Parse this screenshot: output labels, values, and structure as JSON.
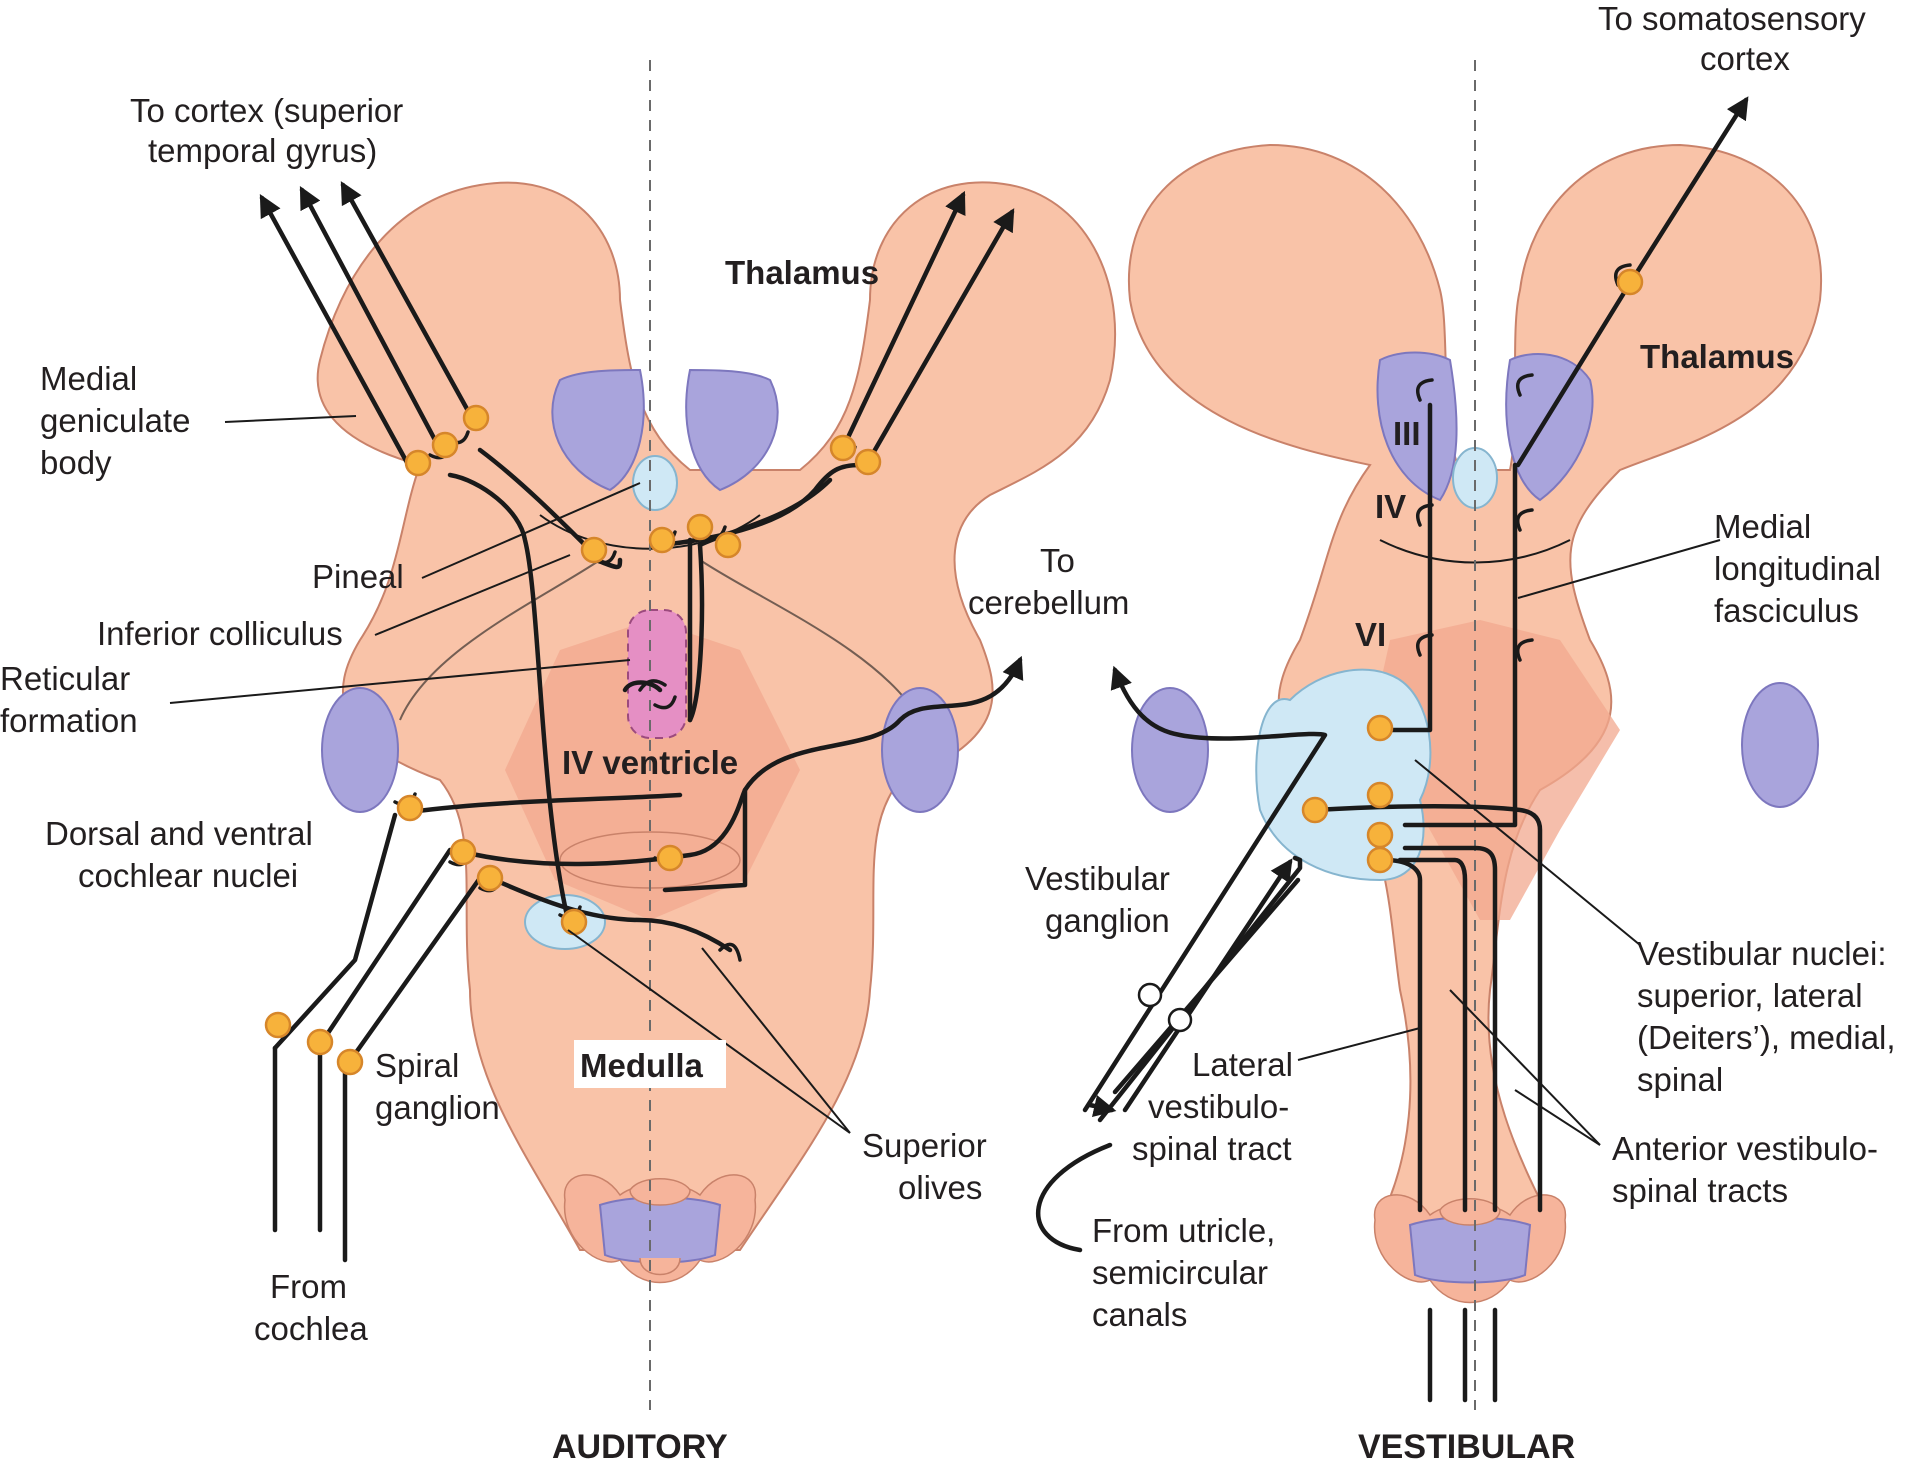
{
  "labels": {
    "to_cortex": [
      "To cortex (superior",
      "temporal gyrus)"
    ],
    "thalamus_left": "Thalamus",
    "medial_geniculate": [
      "Medial",
      "geniculate",
      "body"
    ],
    "pineal": "Pineal",
    "inferior_colliculus": "Inferior colliculus",
    "reticular_formation": [
      "Reticular",
      "formation"
    ],
    "iv_ventricle": "IV ventricle",
    "to_cerebellum": [
      "To",
      "cerebellum"
    ],
    "cochlear_nuclei": [
      "Dorsal and ventral",
      "cochlear nuclei"
    ],
    "spiral_ganglion": [
      "Spiral",
      "ganglion"
    ],
    "medulla": "Medulla",
    "superior_olives": [
      "Superior",
      "olives"
    ],
    "from_cochlea": [
      "From",
      "cochlea"
    ],
    "auditory": "AUDITORY",
    "to_somatosensory": [
      "To somatosensory",
      "cortex"
    ],
    "thalamus_right": "Thalamus",
    "nerve_iii": "III",
    "nerve_iv": "IV",
    "nerve_vi": "VI",
    "mlf": [
      "Medial",
      "longitudinal",
      "fasciculus"
    ],
    "vestibular_ganglion": [
      "Vestibular",
      "ganglion"
    ],
    "vestibular_nuclei": [
      "Vestibular nuclei:",
      "superior, lateral",
      "(Deiters’), medial,",
      "spinal"
    ],
    "lateral_vst": [
      "Lateral",
      "vestibulo-",
      "spinal tract"
    ],
    "anterior_vst": [
      "Anterior vestibulo-",
      "spinal tracts"
    ],
    "from_utricle": [
      "From utricle,",
      "semicircular",
      "canals"
    ],
    "vestibular": "VESTIBULAR"
  },
  "colors": {
    "brainstem": "#f9c3a8",
    "dark_region": "#f2a88f",
    "nuclei_purple": "#a9a4dc",
    "ventricle_blue": "#cfe8f5",
    "reticular_pink": "#e58fc4",
    "cell_body": "#f7b23b",
    "nerve": "#1a1a1a"
  }
}
